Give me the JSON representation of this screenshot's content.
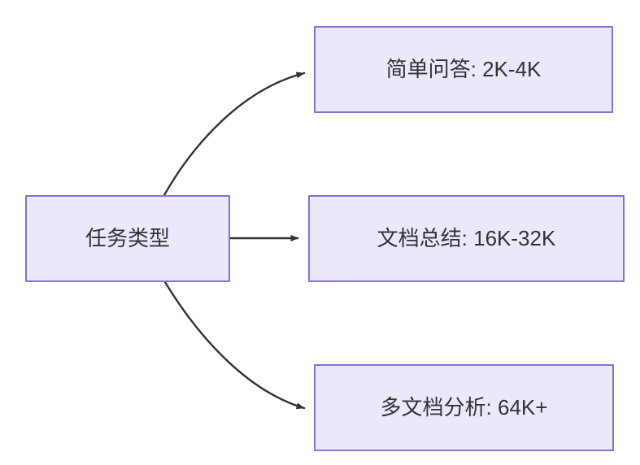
{
  "diagram": {
    "type": "flowchart",
    "direction": "left-to-right",
    "background_color": "#ffffff",
    "node_fill_color": "#ebe8fb",
    "node_border_color": "#8b6fd4",
    "node_text_color": "#333333",
    "edge_color": "#333333",
    "nodes": [
      {
        "id": "source",
        "label": "任务类型",
        "role": "root"
      },
      {
        "id": "simple",
        "label": "简单问答: 2K-4K",
        "role": "leaf"
      },
      {
        "id": "doc",
        "label": "文档总结: 16K-32K",
        "role": "leaf"
      },
      {
        "id": "multi",
        "label": "多文档分析: 64K+",
        "role": "leaf"
      }
    ],
    "edges": [
      {
        "id": "edge-source-simple",
        "from": "source",
        "to": "simple",
        "style": "curved",
        "arrowhead": "filled-triangle"
      },
      {
        "id": "edge-source-doc",
        "from": "source",
        "to": "doc",
        "style": "straight",
        "arrowhead": "filled-triangle"
      },
      {
        "id": "edge-source-multi",
        "from": "source",
        "to": "multi",
        "style": "curved",
        "arrowhead": "filled-triangle"
      }
    ]
  }
}
